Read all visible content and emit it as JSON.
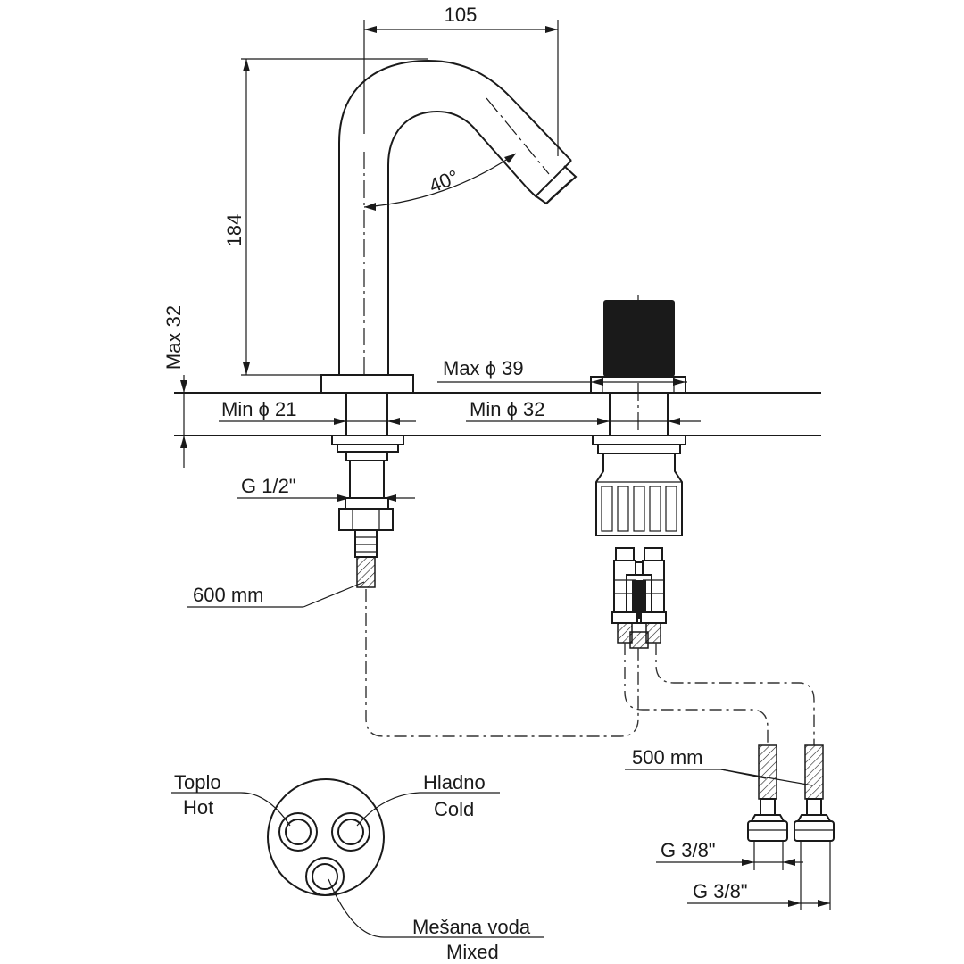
{
  "dimensions": {
    "width_105": "105",
    "height_184": "184",
    "angle_40": "40°",
    "max_32": "Max 32",
    "max_phi_39": "Max ϕ 39",
    "min_phi_21": "Min ϕ 21",
    "min_phi_32": "Min ϕ 32",
    "g_half": "G 1/2\"",
    "hose_600": "600 mm",
    "hose_500": "500 mm",
    "g_3_8_a": "G 3/8\"",
    "g_3_8_b": "G 3/8\""
  },
  "legend": {
    "hot_local": "Toplo",
    "hot": "Hot",
    "cold_local": "Hladno",
    "cold": "Cold",
    "mixed_local": "Mešana voda",
    "mixed": "Mixed"
  },
  "colors": {
    "line": "#1a1a1a",
    "handle": "#1a1a1a",
    "background": "#ffffff"
  }
}
